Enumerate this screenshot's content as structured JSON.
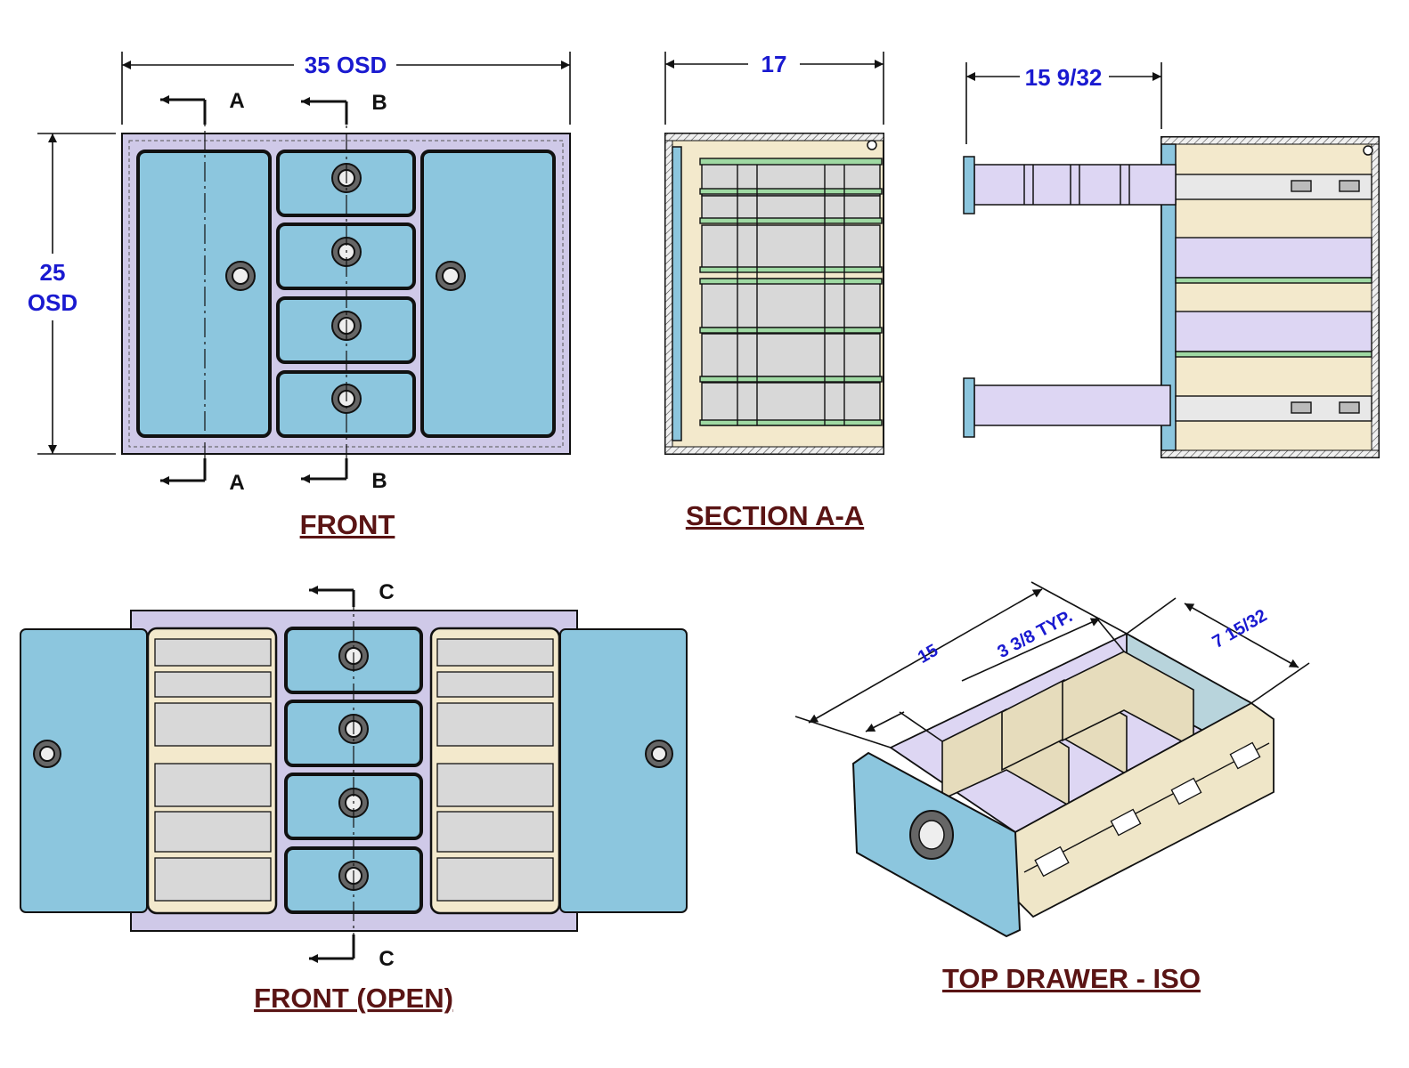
{
  "colors": {
    "title": "#5a1414",
    "dimension": "#1a1ad0",
    "frame": "#cfc9e8",
    "door": "#8cc6de",
    "interior": "#f3e9cc",
    "tray": "#d8d8d8",
    "rail": "#9fd9a3",
    "panel_purple": "#ddd6f3"
  },
  "views": {
    "front": {
      "title": "FRONT",
      "dim_width": "35 OSD",
      "dim_height_line1": "25",
      "dim_height_line2": "OSD",
      "section_a": "A",
      "section_b": "B"
    },
    "section_aa": {
      "title": "SECTION A-A",
      "dim_depth": "17"
    },
    "section_bb": {
      "dim_extension": "15 9/32"
    },
    "front_open": {
      "title": "FRONT (OPEN)",
      "section_c": "C"
    },
    "top_drawer_iso": {
      "title": "TOP DRAWER - ISO",
      "dim_length": "15",
      "dim_divider": "3 3/8 TYP.",
      "dim_width": "7 15/32"
    }
  }
}
